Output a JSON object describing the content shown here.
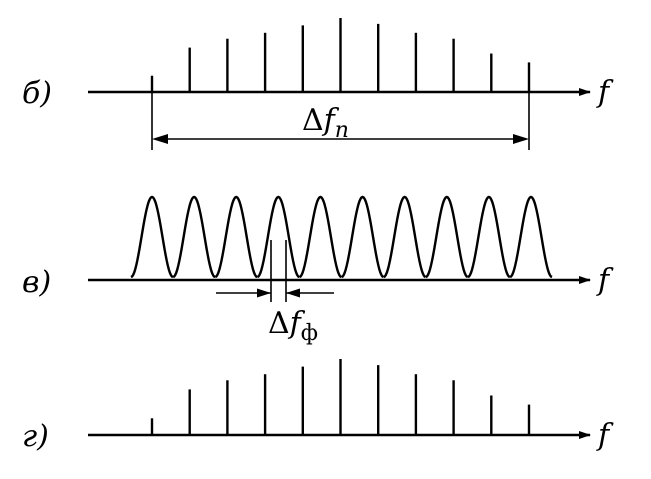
{
  "panels": [
    {
      "id": "b",
      "label": "б)",
      "axis_label": "f",
      "type": "line-spectrum",
      "relative_amplitudes": [
        0.22,
        0.6,
        0.72,
        0.8,
        0.9,
        1.0,
        0.92,
        0.8,
        0.72,
        0.52,
        0.4
      ]
    },
    {
      "id": "v",
      "label": "в)",
      "axis_label": "f",
      "type": "filter-bank",
      "filter_count": 10
    },
    {
      "id": "g",
      "label": "г)",
      "axis_label": "f",
      "type": "line-spectrum",
      "relative_amplitudes": [
        0.22,
        0.6,
        0.72,
        0.8,
        0.9,
        1.0,
        0.92,
        0.8,
        0.72,
        0.52,
        0.4
      ]
    }
  ],
  "annotations": {
    "bandwidth": {
      "delta": "Δ",
      "symbol": "f",
      "subscript": "n"
    },
    "filter_width": {
      "delta": "Δ",
      "symbol": "f",
      "subscript": "ф"
    }
  }
}
